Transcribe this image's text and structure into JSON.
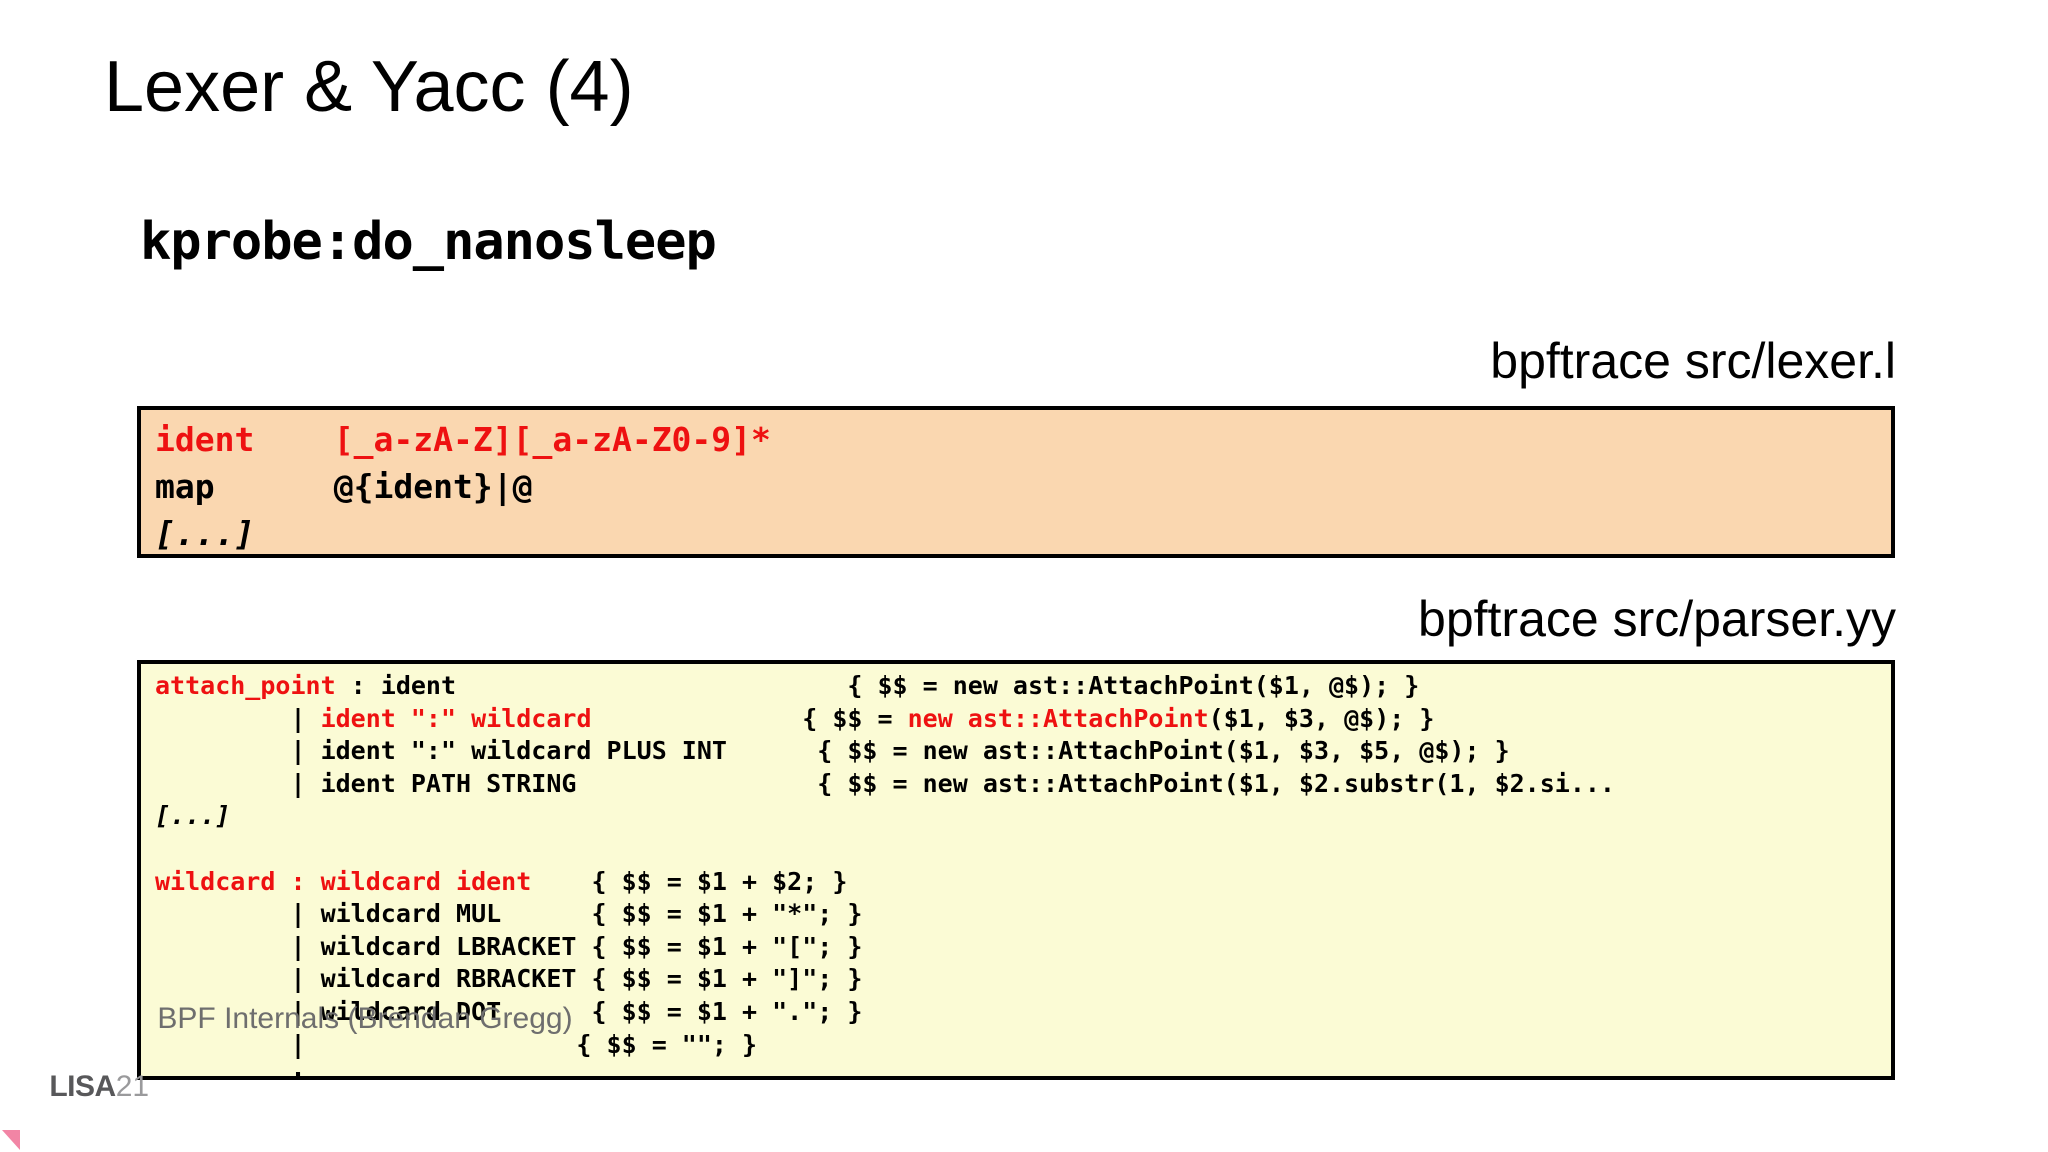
{
  "slide": {
    "title": "Lexer & Yacc (4)",
    "probe": "kprobe:do_nanosleep"
  },
  "captions": {
    "lexer": "bpftrace src/lexer.l",
    "parser": "bpftrace src/parser.yy"
  },
  "lexer_block": {
    "background_color": "#fad7b0",
    "border_color": "#000000",
    "lines": [
      {
        "parts": [
          {
            "text": "ident    [_a-zA-Z][_a-zA-Z0-9]*",
            "color": "red",
            "italic": false
          }
        ]
      },
      {
        "parts": [
          {
            "text": "map      @{ident}|@",
            "color": "black",
            "italic": false
          }
        ]
      },
      {
        "parts": [
          {
            "text": "[...]",
            "color": "black",
            "italic": true
          }
        ]
      }
    ]
  },
  "parser_block": {
    "background_color": "#fbfbd5",
    "border_color": "#000000",
    "lines": [
      {
        "parts": [
          {
            "text": "attach_point",
            "color": "red",
            "italic": false
          },
          {
            "text": " : ident                          { $$ = new ast::AttachPoint($1, @$); }",
            "color": "black",
            "italic": false
          }
        ]
      },
      {
        "parts": [
          {
            "text": "         | ",
            "color": "black",
            "italic": false
          },
          {
            "text": "ident \":\" wildcard",
            "color": "red",
            "italic": false
          },
          {
            "text": "              { $$ = ",
            "color": "black",
            "italic": false
          },
          {
            "text": "new ast::AttachPoint",
            "color": "red",
            "italic": false
          },
          {
            "text": "($1, $3, @$); }",
            "color": "black",
            "italic": false
          }
        ]
      },
      {
        "parts": [
          {
            "text": "         | ident \":\" wildcard PLUS INT      { $$ = new ast::AttachPoint($1, $3, $5, @$); }",
            "color": "black",
            "italic": false
          }
        ]
      },
      {
        "parts": [
          {
            "text": "         | ident PATH STRING                { $$ = new ast::AttachPoint($1, $2.substr(1, $2.si...",
            "color": "black",
            "italic": false
          }
        ]
      },
      {
        "parts": [
          {
            "text": "[...]",
            "color": "black",
            "italic": true
          }
        ]
      },
      {
        "parts": [
          {
            "text": " ",
            "color": "black",
            "italic": false
          }
        ]
      },
      {
        "parts": [
          {
            "text": "wildcard : wildcard ident",
            "color": "red",
            "italic": false
          },
          {
            "text": "    { $$ = $1 + $2; }",
            "color": "black",
            "italic": false
          }
        ]
      },
      {
        "parts": [
          {
            "text": "         | wildcard MUL      { $$ = $1 + \"*\"; }",
            "color": "black",
            "italic": false
          }
        ]
      },
      {
        "parts": [
          {
            "text": "         | wildcard LBRACKET { $$ = $1 + \"[\"; }",
            "color": "black",
            "italic": false
          }
        ]
      },
      {
        "parts": [
          {
            "text": "         | wildcard RBRACKET { $$ = $1 + \"]\"; }",
            "color": "black",
            "italic": false
          }
        ]
      },
      {
        "parts": [
          {
            "text": "         | wildcard DOT      { $$ = $1 + \".\"; }",
            "color": "black",
            "italic": false
          }
        ]
      },
      {
        "parts": [
          {
            "text": "         |                  { $$ = \"\"; }",
            "color": "black",
            "italic": false
          }
        ]
      },
      {
        "parts": [
          {
            "text": "         ;",
            "color": "black",
            "italic": false
          }
        ]
      }
    ]
  },
  "footer": {
    "brand": "LISA",
    "brand_year": "21",
    "text": " BPF Internals (Brendan Gregg)",
    "mark_color": "#f285a5"
  },
  "colors": {
    "code_red": "#ee1111",
    "code_black": "#000000",
    "lexer_bg": "#fad7b0",
    "parser_bg": "#fbfbd5"
  }
}
